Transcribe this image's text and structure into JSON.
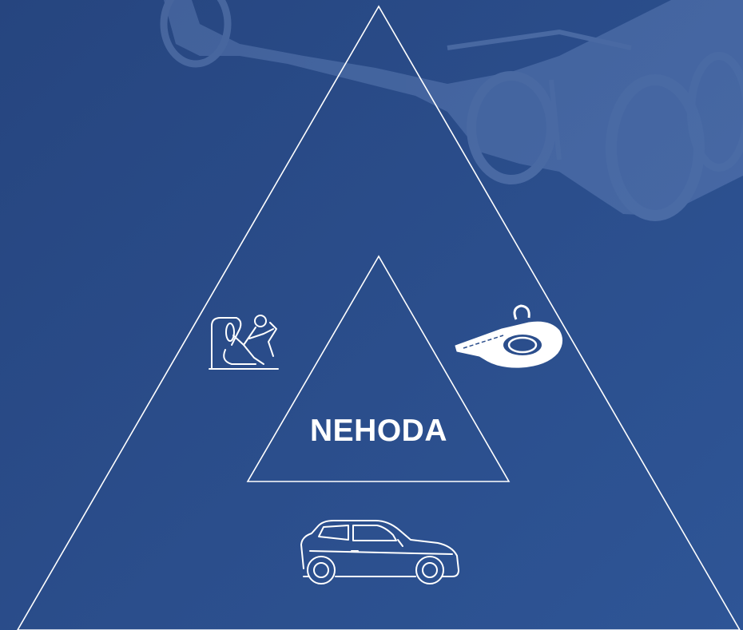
{
  "diagram": {
    "center_label": "NEHODA",
    "corners": [
      {
        "name": "driver-icon",
        "meaning": "driver"
      },
      {
        "name": "road-icon",
        "meaning": "road"
      },
      {
        "name": "car-icon",
        "meaning": "vehicle"
      }
    ]
  },
  "colors": {
    "background": "#2b4e8c",
    "line": "#ffffff",
    "watermark": "#6f8fc4"
  }
}
